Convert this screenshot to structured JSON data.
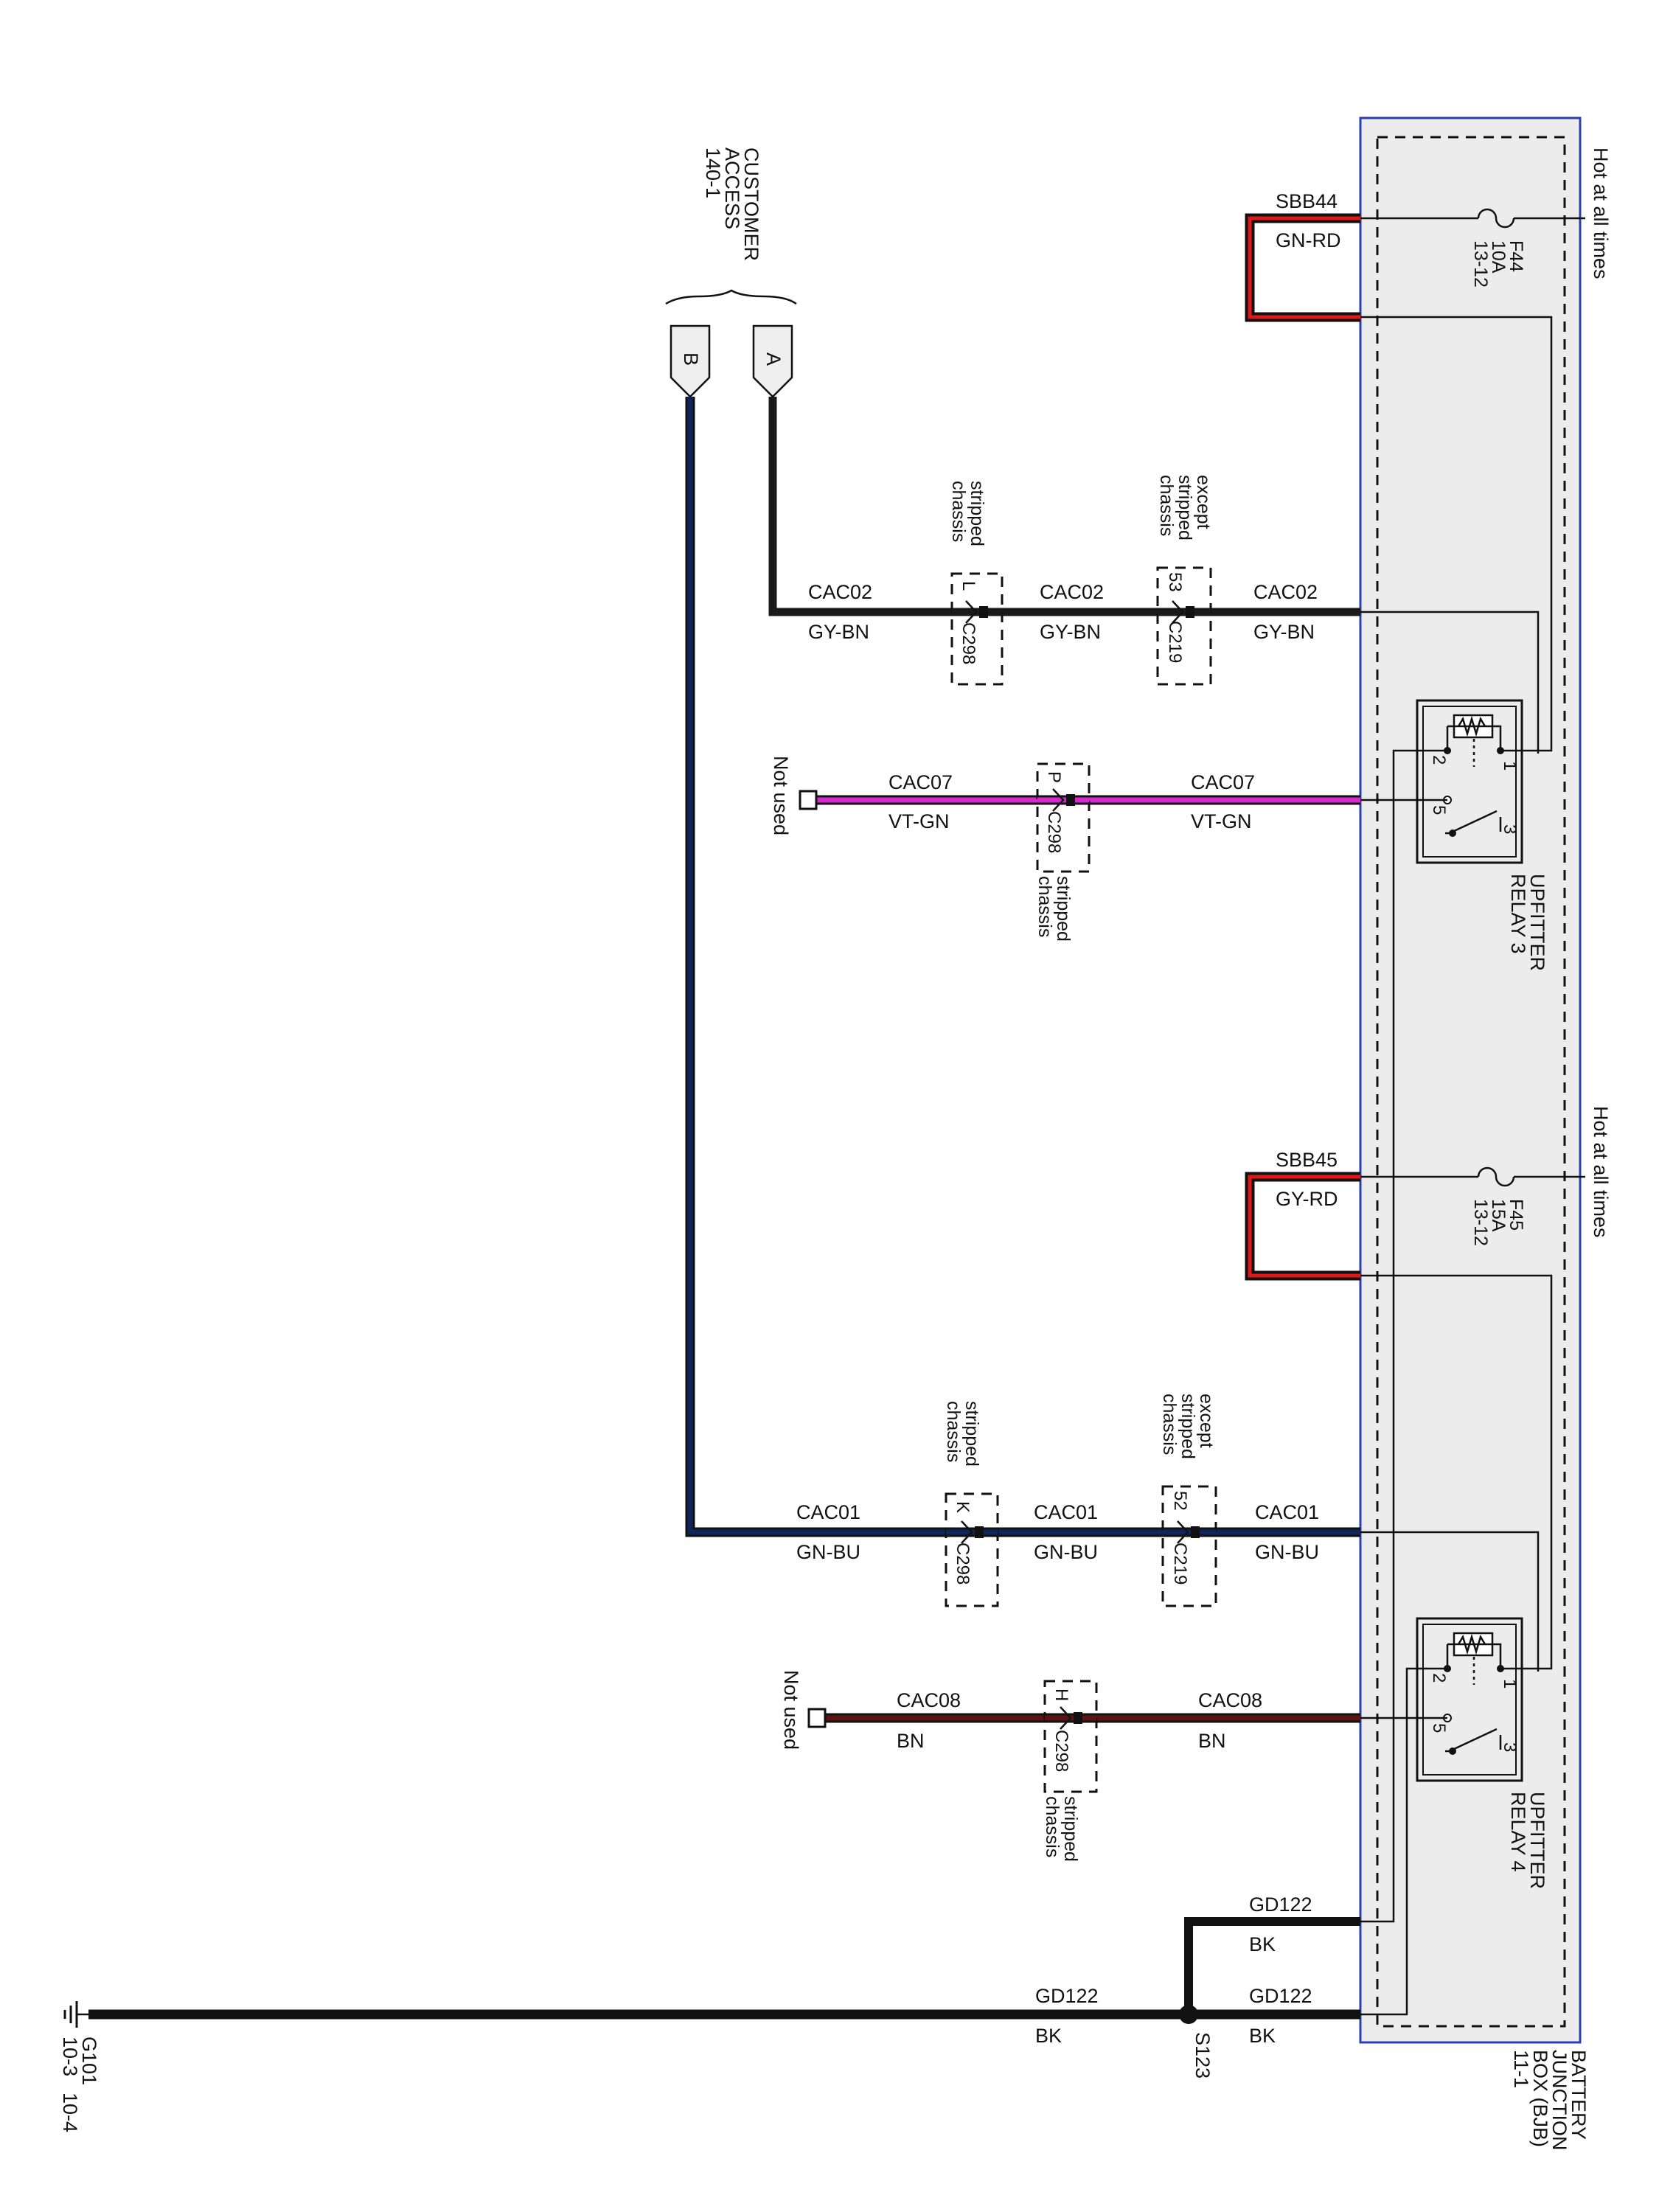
{
  "colors": {
    "black": "#111111",
    "gy_bn": "#1a1a1a",
    "gn_bu": "#10255a",
    "vt_gn": "#d62ad0",
    "bn": "#5e1212",
    "rd_outline": "#111111",
    "rd_core": "#e01818",
    "bjb_fill": "#ececec",
    "bjb_border": "#2b3fb4"
  },
  "bjb": {
    "name_line1": "BATTERY",
    "name_line2": "JUNCTION",
    "name_line3": "BOX (BJB)",
    "ref": "11-1"
  },
  "feeds": [
    {
      "hot_label": "Hot at all times",
      "fuse": "F44",
      "amps": "10A",
      "ref": "13-12",
      "circuit": "SBB44",
      "color_code": "GN-RD"
    },
    {
      "hot_label": "Hot at all times",
      "fuse": "F45",
      "amps": "15A",
      "ref": "13-12",
      "circuit": "SBB45",
      "color_code": "GY-RD"
    }
  ],
  "relays": [
    {
      "line1": "UPFITTER",
      "line2": "RELAY 3",
      "pins": [
        "1",
        "2",
        "3",
        "5"
      ]
    },
    {
      "line1": "UPFITTER",
      "line2": "RELAY 4",
      "pins": [
        "1",
        "2",
        "3",
        "5"
      ]
    }
  ],
  "customer_access": {
    "line1": "CUSTOMER",
    "line2": "ACCESS",
    "ref": "140-1",
    "pin_a": "A",
    "pin_b": "B"
  },
  "wires": {
    "cac02": {
      "circuit": "CAC02",
      "color_code": "GY-BN"
    },
    "cac07": {
      "circuit": "CAC07",
      "color_code": "VT-GN"
    },
    "cac01": {
      "circuit": "CAC01",
      "color_code": "GN-BU"
    },
    "cac08": {
      "circuit": "CAC08",
      "color_code": "BN"
    },
    "gd122": {
      "circuit": "GD122",
      "color_code": "BK"
    }
  },
  "connectors": {
    "c298_cac02": {
      "pin": "L",
      "name": "C298",
      "note_line1": "stripped",
      "note_line2": "chassis"
    },
    "c219_cac02": {
      "pin": "53",
      "name": "C219",
      "note_line1": "except",
      "note_line2": "stripped",
      "note_line3": "chassis"
    },
    "c298_cac07": {
      "pin": "P",
      "name": "C298",
      "note_line1": "stripped",
      "note_line2": "chassis"
    },
    "c298_cac01": {
      "pin": "K",
      "name": "C298",
      "note_line1": "stripped",
      "note_line2": "chassis"
    },
    "c219_cac01": {
      "pin": "52",
      "name": "C219",
      "note_line1": "except",
      "note_line2": "stripped",
      "note_line3": "chassis"
    },
    "c298_cac08": {
      "pin": "H",
      "name": "C298",
      "note_line1": "stripped",
      "note_line2": "chassis"
    }
  },
  "not_used_label": "Not used",
  "splice": {
    "name": "S123"
  },
  "ground": {
    "name": "G101",
    "ref1": "10-3",
    "ref2": "10-4"
  }
}
